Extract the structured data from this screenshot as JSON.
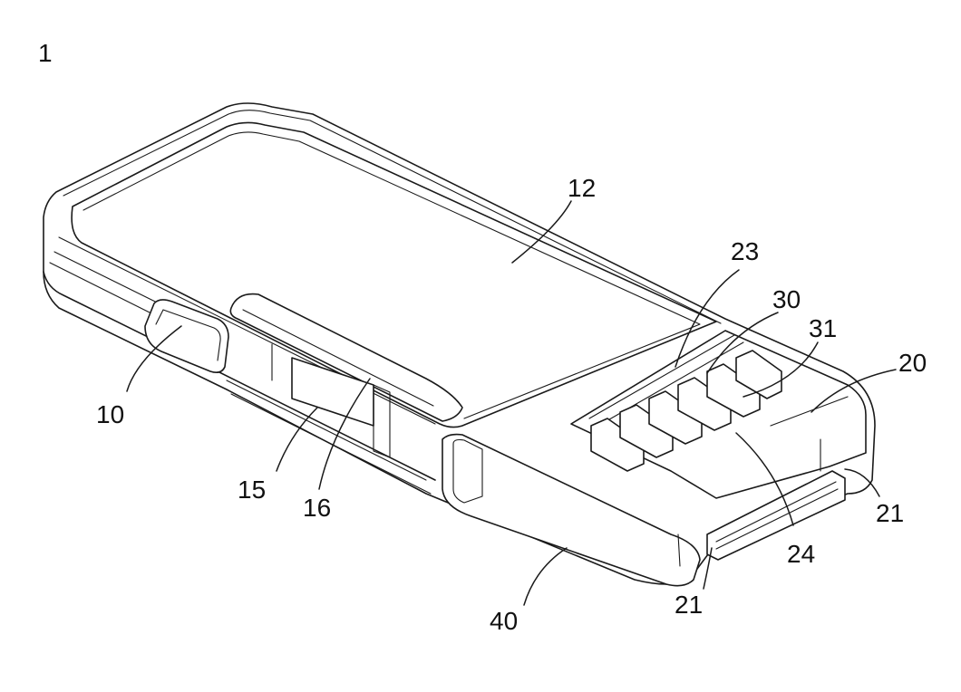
{
  "figure": {
    "number": "1",
    "labels": {
      "l10": "10",
      "l12": "12",
      "l15": "15",
      "l16": "16",
      "l20": "20",
      "l21a": "21",
      "l21b": "21",
      "l23": "23",
      "l24": "24",
      "l30": "30",
      "l31": "31",
      "l40": "40"
    }
  }
}
